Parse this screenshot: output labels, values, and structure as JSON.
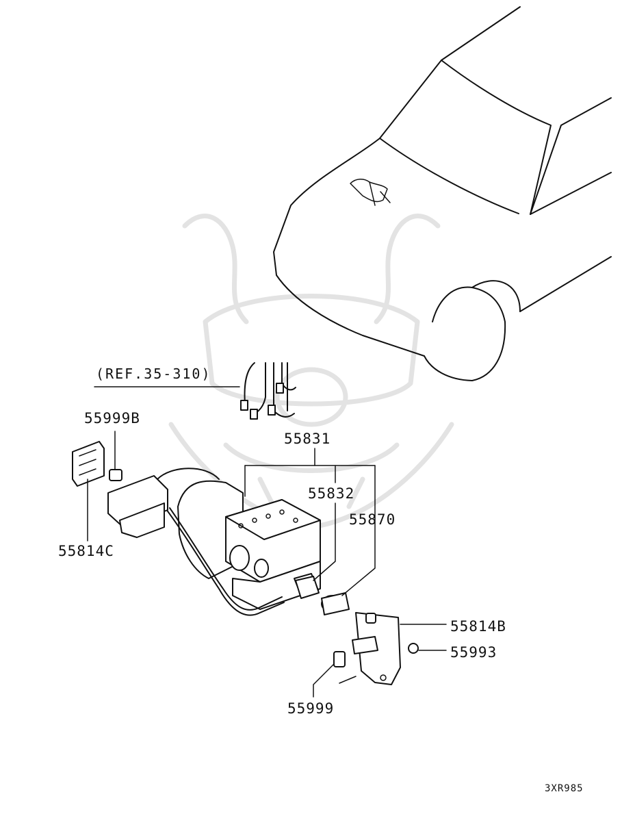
{
  "reference": "(REF.35-310)",
  "diagram_code": "3XR985",
  "callouts": {
    "p55831": "55831",
    "p55832": "55832",
    "p55870": "55870",
    "p55999B": "55999B",
    "p55814C": "55814C",
    "p55814B": "55814B",
    "p55993": "55993",
    "p55999": "55999"
  }
}
